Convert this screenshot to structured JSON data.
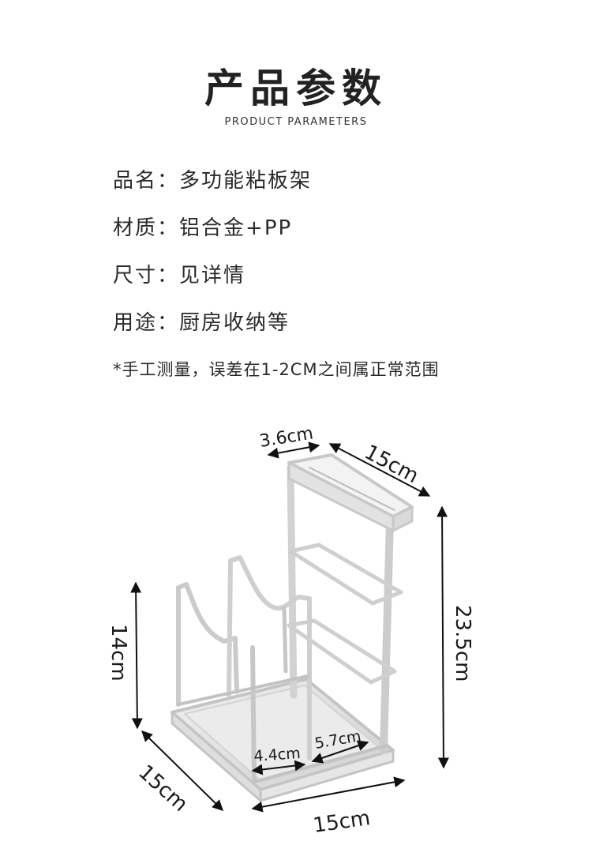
{
  "header": {
    "title": "产品参数",
    "subtitle": "PRODUCT PARAMETERS"
  },
  "specs": [
    {
      "label": "品名",
      "sep": "：",
      "value": "多功能粘板架"
    },
    {
      "label": "材质",
      "sep": "：",
      "value": "铝合金+PP"
    },
    {
      "label": "尺寸",
      "sep": "：",
      "value": "见详情"
    },
    {
      "label": "用途",
      "sep": "：",
      "value": "厨房收纳等"
    }
  ],
  "note": "*手工测量，误差在1-2CM之间属正常范围",
  "dimensions": {
    "top_depth": "3.6cm",
    "top_width": "15cm",
    "total_height": "23.5cm",
    "front_height": "14cm",
    "base_depth": "15cm",
    "base_width": "15cm",
    "slot_a": "4.4cm",
    "slot_b": "5.7cm"
  }
}
